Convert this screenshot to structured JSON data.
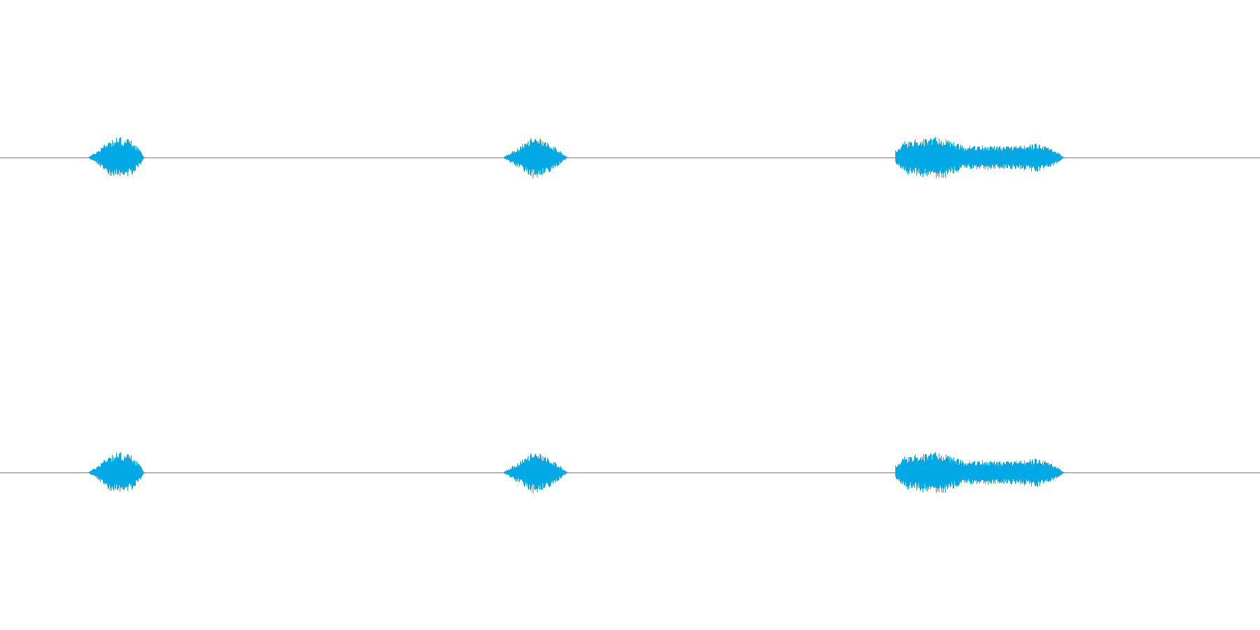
{
  "colors": {
    "background": "#ffffff",
    "waveform": "#00a8e6"
  },
  "chart_data": {
    "type": "area",
    "description_visible_text": "",
    "duration_fraction_axis": [
      0,
      1
    ],
    "amplitude_range": [
      -1,
      1
    ],
    "grid": false,
    "legend": "none",
    "channels": [
      {
        "bursts": [
          {
            "start": 0.07,
            "end": 0.114,
            "envelope": [
              [
                0,
                0.02
              ],
              [
                0.15,
                0.3
              ],
              [
                0.35,
                0.85
              ],
              [
                0.55,
                1.0
              ],
              [
                0.75,
                0.9
              ],
              [
                0.9,
                0.5
              ],
              [
                1,
                0.02
              ]
            ]
          },
          {
            "start": 0.4,
            "end": 0.45,
            "envelope": [
              [
                0,
                0.05
              ],
              [
                0.25,
                0.55
              ],
              [
                0.45,
                1.0
              ],
              [
                0.65,
                0.85
              ],
              [
                0.85,
                0.4
              ],
              [
                1,
                0.02
              ]
            ]
          },
          {
            "start": 0.711,
            "end": 0.844,
            "envelope": [
              [
                0,
                0.35
              ],
              [
                0.05,
                0.8
              ],
              [
                0.2,
                1.0
              ],
              [
                0.3,
                0.95
              ],
              [
                0.4,
                0.55
              ],
              [
                0.55,
                0.6
              ],
              [
                0.7,
                0.55
              ],
              [
                0.85,
                0.7
              ],
              [
                0.95,
                0.35
              ],
              [
                1,
                0.02
              ]
            ]
          }
        ]
      },
      {
        "bursts": [
          {
            "start": 0.07,
            "end": 0.114,
            "envelope": [
              [
                0,
                0.02
              ],
              [
                0.15,
                0.3
              ],
              [
                0.35,
                0.85
              ],
              [
                0.55,
                1.0
              ],
              [
                0.75,
                0.9
              ],
              [
                0.9,
                0.5
              ],
              [
                1,
                0.02
              ]
            ]
          },
          {
            "start": 0.4,
            "end": 0.45,
            "envelope": [
              [
                0,
                0.05
              ],
              [
                0.25,
                0.55
              ],
              [
                0.45,
                1.0
              ],
              [
                0.65,
                0.85
              ],
              [
                0.85,
                0.4
              ],
              [
                1,
                0.02
              ]
            ]
          },
          {
            "start": 0.711,
            "end": 0.844,
            "envelope": [
              [
                0,
                0.35
              ],
              [
                0.05,
                0.8
              ],
              [
                0.2,
                1.0
              ],
              [
                0.3,
                0.95
              ],
              [
                0.4,
                0.55
              ],
              [
                0.55,
                0.6
              ],
              [
                0.7,
                0.55
              ],
              [
                0.85,
                0.7
              ],
              [
                0.95,
                0.35
              ],
              [
                1,
                0.02
              ]
            ]
          }
        ]
      }
    ]
  }
}
